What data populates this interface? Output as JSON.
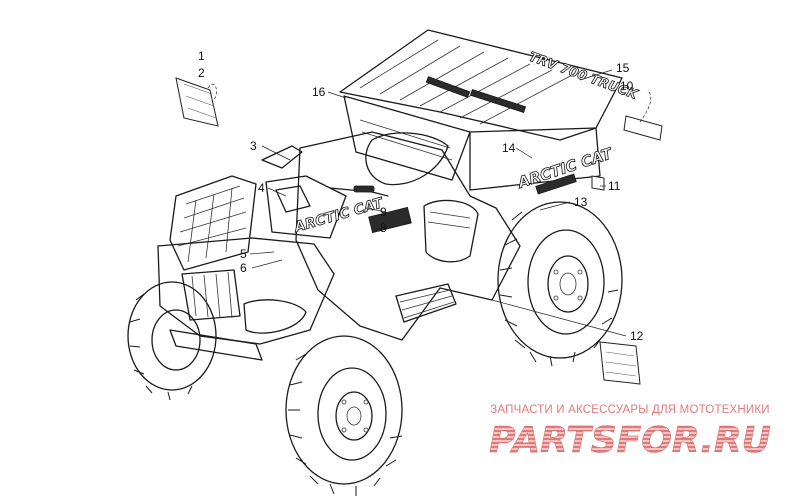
{
  "diagram": {
    "callouts": [
      {
        "id": "1",
        "label": "1"
      },
      {
        "id": "2",
        "label": "2"
      },
      {
        "id": "3",
        "label": "3"
      },
      {
        "id": "4",
        "label": "4"
      },
      {
        "id": "5",
        "label": "5"
      },
      {
        "id": "6",
        "label": "6"
      },
      {
        "id": "8",
        "label": "8"
      },
      {
        "id": "9",
        "label": "9"
      },
      {
        "id": "10",
        "label": "10"
      },
      {
        "id": "11",
        "label": "11"
      },
      {
        "id": "12",
        "label": "12"
      },
      {
        "id": "13",
        "label": "13"
      },
      {
        "id": "14",
        "label": "14"
      },
      {
        "id": "15",
        "label": "15"
      },
      {
        "id": "16",
        "label": "16"
      }
    ],
    "decal_text": {
      "rear_rack": "TRV 700 TRUCK",
      "rear_fender": "ARCTIC CAT",
      "front_fender": "ARCTIC CAT"
    }
  },
  "watermark": {
    "tagline": "ЗАПЧАСТИ И АКСЕССУАРЫ ДЛЯ МОТОТЕХНИКИ",
    "logo": "PARTSFOR.RU",
    "color": "#e07a7a"
  }
}
